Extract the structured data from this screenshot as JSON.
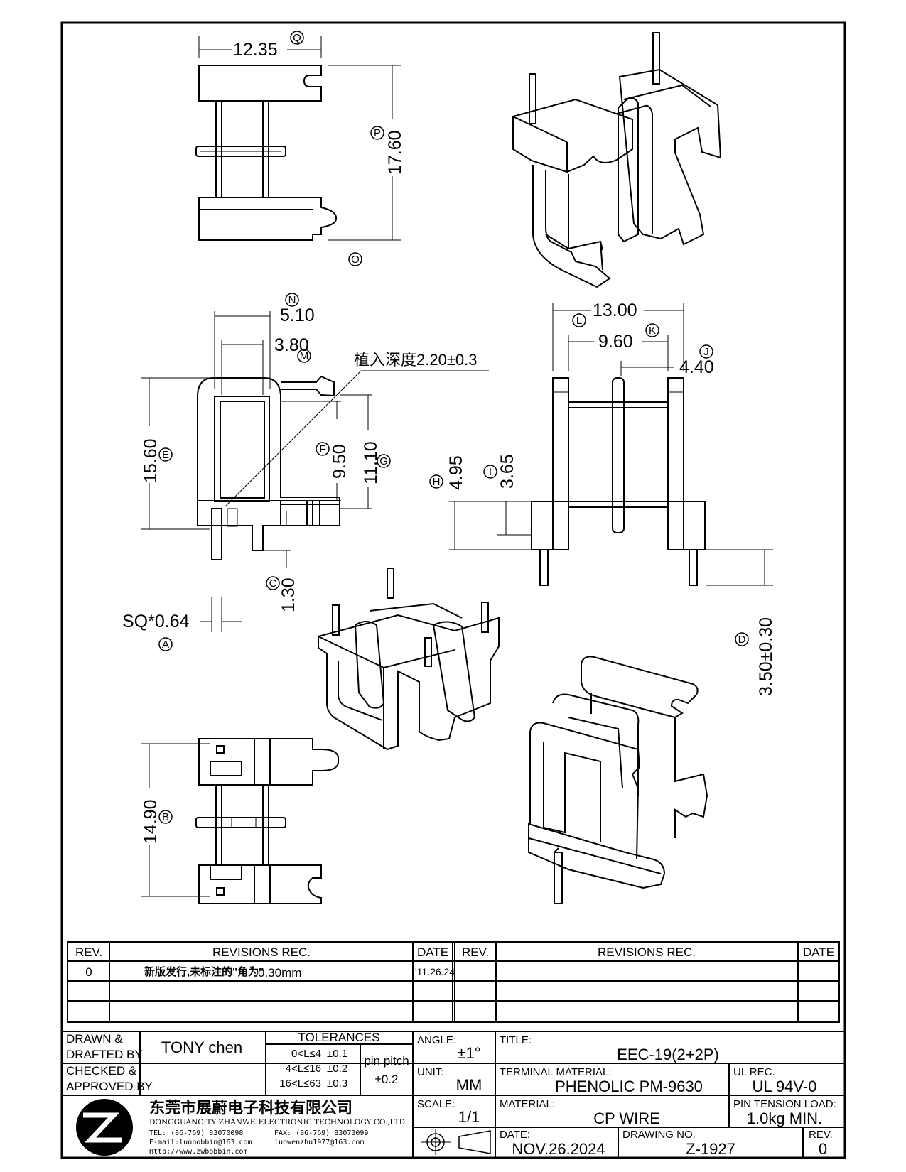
{
  "dimensions": {
    "q": {
      "tag": "Q",
      "value": "12.35"
    },
    "p": {
      "tag": "P",
      "value": "17.60"
    },
    "o": {
      "tag": "O"
    },
    "n": {
      "tag": "N",
      "value": "5.10"
    },
    "m": {
      "tag": "M",
      "value": "3.80"
    },
    "insert_note": "植入深度2.20±0.3",
    "e": {
      "tag": "E",
      "value": "15.60"
    },
    "f": {
      "tag": "F",
      "value": "9.50"
    },
    "g": {
      "tag": "G",
      "value": "11.10"
    },
    "c": {
      "tag": "C",
      "value": "1.30"
    },
    "a": {
      "tag": "A",
      "value": "SQ*0.64"
    },
    "l": {
      "tag": "L",
      "value": "13.00"
    },
    "k": {
      "tag": "K",
      "value": "9.60"
    },
    "j": {
      "tag": "J",
      "value": "4.40"
    },
    "h": {
      "tag": "H",
      "value": "4.95"
    },
    "i": {
      "tag": "I",
      "value": "3.65"
    },
    "d": {
      "tag": "D",
      "value": "3.50±0.30"
    },
    "b": {
      "tag": "B",
      "value": "14.90"
    }
  },
  "revisions": {
    "headers": {
      "rev": "REV.",
      "rec": "REVISIONS    REC.",
      "date": "DATE"
    },
    "rows": [
      {
        "rev": "0",
        "note_cn": "新版发行,未标注的\"角为\"",
        "note_val": "0.30mm",
        "date": "'11.26.24"
      }
    ]
  },
  "title_block": {
    "drawn_label": "DRAWN & DRAFTED BY",
    "drawn_by": "TONY chen",
    "checked_label": "CHECKED & APPROVED BY",
    "tolerances_title": "TOLERANCES",
    "tol_rows": [
      {
        "range": "0<L≤4",
        "tol": "±0.1"
      },
      {
        "range": "4<L≤16",
        "tol": "±0.2"
      },
      {
        "range": "16<L≤63",
        "tol": "±0.3"
      }
    ],
    "pin_pitch_label": "pin pitch",
    "pin_pitch_tol": "±0.2",
    "angle_label": "ANGLE:",
    "angle_value": "±1°",
    "unit_label": "UNIT:",
    "unit_value": "MM",
    "scale_label": "SCALE:",
    "scale_value": "1/1",
    "title_label": "TITLE:",
    "title_value": "EEC-19(2+2P)",
    "terminal_label": "TERMINAL MATERIAL:",
    "terminal_value": "PHENOLIC PM-9630",
    "ul_label": "UL REC.",
    "ul_value": "UL 94V-0",
    "material_label": "MATERIAL:",
    "material_value": "CP WIRE",
    "pin_tension_label": "PIN TENSION LOAD:",
    "pin_tension_value": "1.0kg MIN.",
    "date_label": "DATE:",
    "date_value": "NOV.26.2024",
    "drawing_no_label": "DRAWING NO.",
    "drawing_no_value": "Z-1927",
    "rev_label": "REV.",
    "rev_value": "0"
  },
  "company": {
    "name_cn": "东莞市展蔚电子科技有限公司",
    "name_en": "DONGGUANCITY ZHANWEIELECTRONIC TECHNOLOGY CO.,LTD.",
    "tel": "TEL: (86-769) 83070098",
    "fax": "FAX: (86-769) 83073099",
    "email1": "E-mail:luobobbin@163.com",
    "email2": "luowenzhu1977@163.com",
    "web": "Http://www.zwbobbin.com"
  }
}
